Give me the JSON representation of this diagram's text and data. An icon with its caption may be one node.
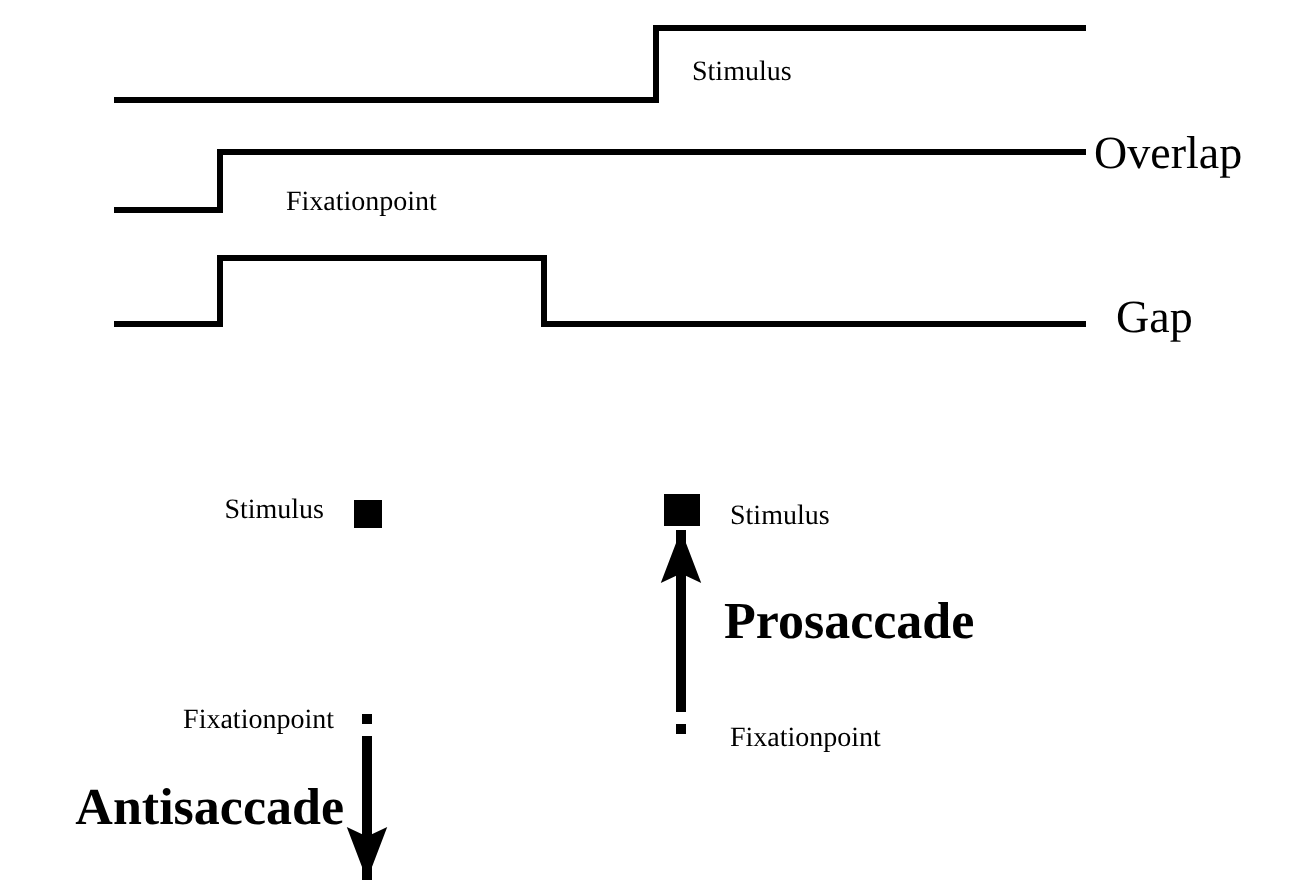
{
  "diagram": {
    "nodes": [
      {
        "text": [],
        "shape": "box",
        "beside": [
          "Stimulus"
        ]
      },
      {
        "text": [],
        "shape": "box",
        "beside": [
          "Fixationpoint"
        ]
      },
      {
        "text": [],
        "shape": "box",
        "beside": [
          "Stimulus"
        ]
      },
      {
        "text": [],
        "shape": "box",
        "beside": [
          "Fixationpoint"
        ]
      }
    ],
    "edges": [
      {
        "from": 1,
        "to": null,
        "arrow": "to",
        "label": "Antisaccade"
      },
      {
        "from": 3,
        "to": 2,
        "arrow": "to",
        "label": "Prosaccade"
      }
    ],
    "labels": [
      "Stimulus",
      "Overlap",
      "Fixationpoint",
      "Gap"
    ]
  }
}
